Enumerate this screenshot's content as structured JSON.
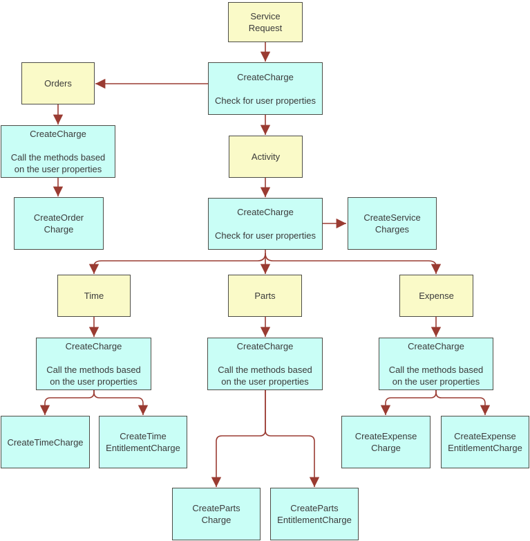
{
  "colors": {
    "entity_fill": "#FAFAC8",
    "process_fill": "#C9FEF6",
    "border": "#4C4C46",
    "arrow": "#9A3B32",
    "text": "#3A3A3A",
    "background": "#FFFFFF"
  },
  "diagram": {
    "nodes": {
      "service_request": {
        "kind": "entity",
        "text": "Service\nRequest"
      },
      "cc_service_request": {
        "kind": "process",
        "text": "CreateCharge\n\nCheck for user properties"
      },
      "orders": {
        "kind": "entity",
        "text": "Orders"
      },
      "cc_orders": {
        "kind": "process",
        "text": "CreateCharge\n\nCall the methods based\non the user properties"
      },
      "create_order_charge": {
        "kind": "process",
        "text": "CreateOrder\nCharge"
      },
      "activity": {
        "kind": "entity",
        "text": "Activity"
      },
      "cc_activity": {
        "kind": "process",
        "text": "CreateCharge\n\nCheck for user properties"
      },
      "create_service_charges": {
        "kind": "process",
        "text": "CreateService\nCharges"
      },
      "time": {
        "kind": "entity",
        "text": "Time"
      },
      "parts": {
        "kind": "entity",
        "text": "Parts"
      },
      "expense": {
        "kind": "entity",
        "text": "Expense"
      },
      "cc_time": {
        "kind": "process",
        "text": "CreateCharge\n\nCall the methods based\non the user properties"
      },
      "cc_parts": {
        "kind": "process",
        "text": "CreateCharge\n\nCall the methods based\non the user properties"
      },
      "cc_expense": {
        "kind": "process",
        "text": "CreateCharge\n\nCall the methods based\non the user properties"
      },
      "create_time_charge": {
        "kind": "process",
        "text": "CreateTimeCharge"
      },
      "create_time_entitlement_charge": {
        "kind": "process",
        "text": "CreateTime\nEntitlementCharge"
      },
      "create_parts_charge": {
        "kind": "process",
        "text": "CreateParts\nCharge"
      },
      "create_parts_entitlement_charge": {
        "kind": "process",
        "text": "CreateParts\nEntitlementCharge"
      },
      "create_expense_charge": {
        "kind": "process",
        "text": "CreateExpense\nCharge"
      },
      "create_expense_entitlement_charge": {
        "kind": "process",
        "text": "CreateExpense\nEntitlementCharge"
      }
    },
    "edges": [
      {
        "from": "service_request",
        "to": "cc_service_request"
      },
      {
        "from": "cc_service_request",
        "to": "orders"
      },
      {
        "from": "orders",
        "to": "cc_orders"
      },
      {
        "from": "cc_orders",
        "to": "create_order_charge"
      },
      {
        "from": "cc_service_request",
        "to": "activity"
      },
      {
        "from": "activity",
        "to": "cc_activity"
      },
      {
        "from": "cc_activity",
        "to": "create_service_charges"
      },
      {
        "from": "cc_activity",
        "to": "time"
      },
      {
        "from": "cc_activity",
        "to": "parts"
      },
      {
        "from": "cc_activity",
        "to": "expense"
      },
      {
        "from": "time",
        "to": "cc_time"
      },
      {
        "from": "parts",
        "to": "cc_parts"
      },
      {
        "from": "expense",
        "to": "cc_expense"
      },
      {
        "from": "cc_time",
        "to": "create_time_charge"
      },
      {
        "from": "cc_time",
        "to": "create_time_entitlement_charge"
      },
      {
        "from": "cc_parts",
        "to": "create_parts_charge"
      },
      {
        "from": "cc_parts",
        "to": "create_parts_entitlement_charge"
      },
      {
        "from": "cc_expense",
        "to": "create_expense_charge"
      },
      {
        "from": "cc_expense",
        "to": "create_expense_entitlement_charge"
      }
    ]
  }
}
